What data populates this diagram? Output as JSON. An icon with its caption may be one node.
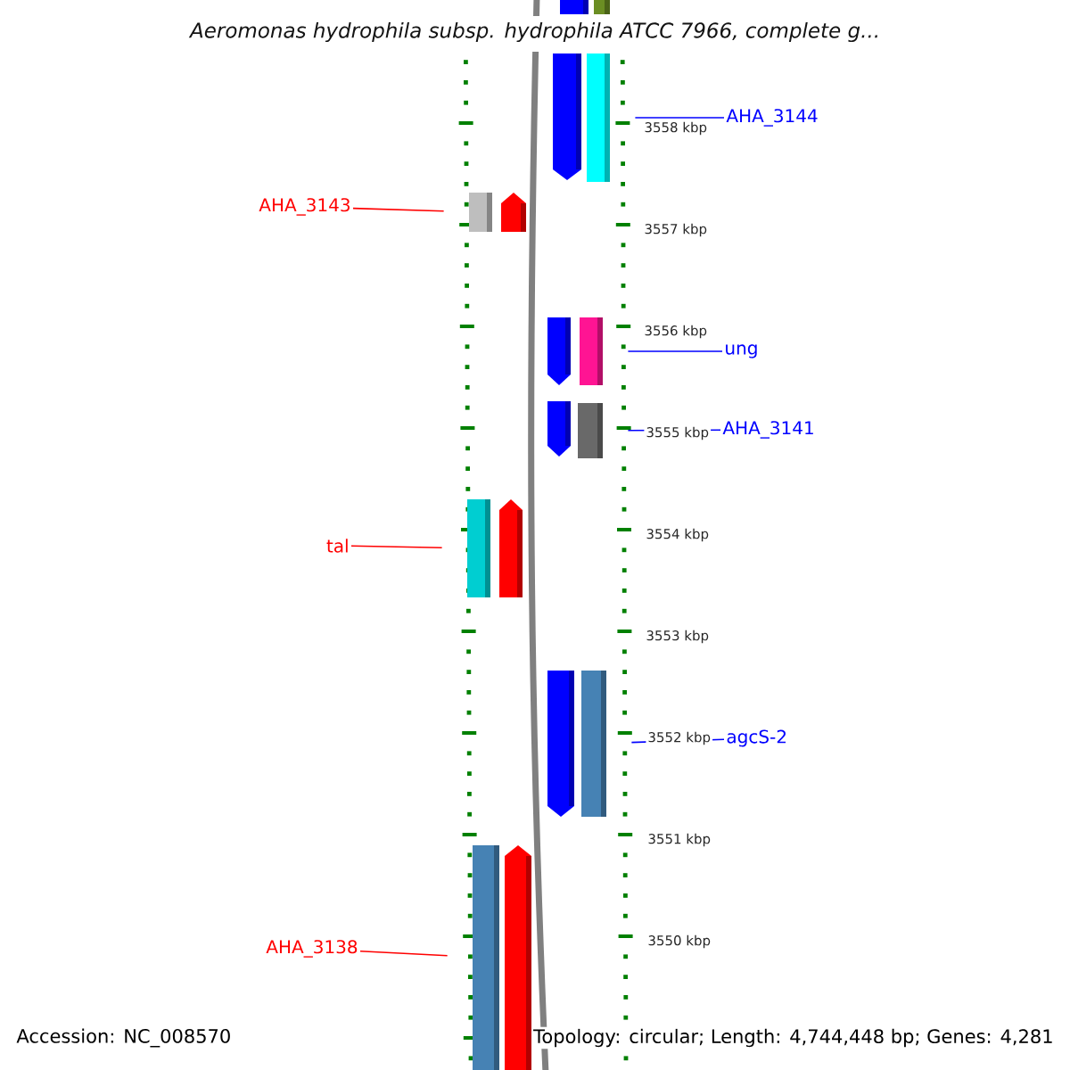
{
  "diagram": {
    "title": "Aeromonas hydrophila subsp. hydrophila ATCC 7966, complete g...",
    "nodes": [
      {
        "text": [],
        "shape": "bar"
      },
      {
        "text": [],
        "shape": "bar"
      },
      {
        "text": [
          "AHA_3144"
        ]
      },
      {
        "text": [],
        "shape": "bar"
      },
      {
        "text": [],
        "shape": "bar"
      },
      {
        "text": [
          "AHA_3143"
        ]
      },
      {
        "text": [],
        "shape": "bar"
      },
      {
        "text": [],
        "shape": "bar"
      },
      {
        "text": [
          "ung"
        ]
      },
      {
        "text": [],
        "shape": "bar"
      },
      {
        "text": [],
        "shape": "bar"
      },
      {
        "text": [
          "AHA_3141"
        ]
      },
      {
        "text": [],
        "shape": "bar"
      },
      {
        "text": [],
        "shape": "bar"
      },
      {
        "text": [
          "tal"
        ]
      },
      {
        "text": [],
        "shape": "bar"
      },
      {
        "text": [],
        "shape": "bar"
      },
      {
        "text": [
          "agcS-2"
        ]
      },
      {
        "text": [],
        "shape": "bar"
      },
      {
        "text": [],
        "shape": "bar"
      },
      {
        "text": [
          "AHA_3138"
        ]
      },
      {
        "text": [],
        "shape": "bar"
      },
      {
        "text": [],
        "shape": "bar"
      }
    ],
    "edges": [
      {
        "from": 2,
        "to": 4,
        "arrow": "none"
      },
      {
        "from": 5,
        "to": 6,
        "arrow": "none",
        "color": "#ff0000"
      },
      {
        "from": 8,
        "to": 10,
        "arrow": "none"
      },
      {
        "from": 11,
        "to": 13,
        "arrow": "none"
      },
      {
        "from": 14,
        "to": 15,
        "arrow": "none",
        "color": "#ff0000"
      },
      {
        "from": 17,
        "to": 19,
        "arrow": "none"
      },
      {
        "from": 20,
        "to": 21,
        "arrow": "none",
        "color": "#ff0000"
      }
    ],
    "labels": [
      "3558 kbp",
      "3557 kbp",
      "3556 kbp",
      "3555 kbp",
      "3554 kbp",
      "3553 kbp",
      "3552 kbp",
      "3551 kbp",
      "3550 kbp",
      "Accession: NC_008570",
      "Topology: circular; Length: 4,744,448 bp; Genes: 4,281"
    ]
  }
}
